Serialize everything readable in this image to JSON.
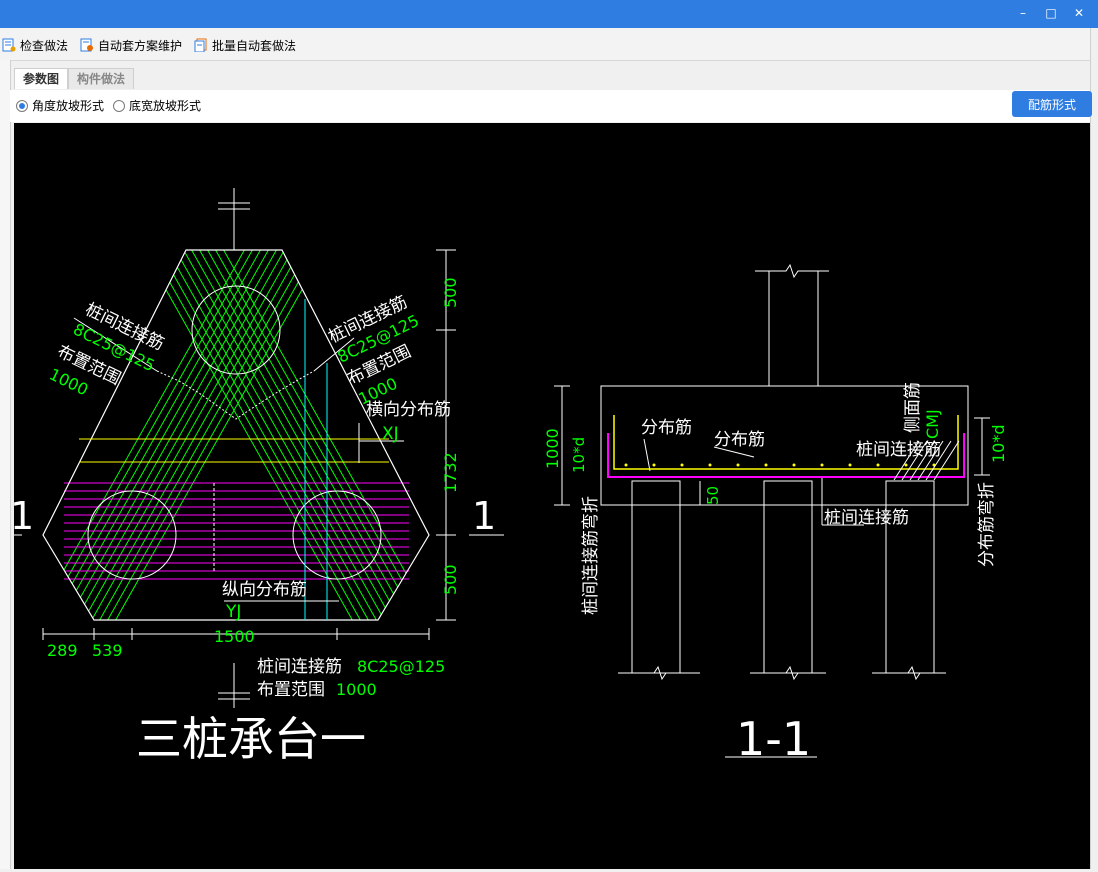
{
  "toolbar": {
    "check_label": "检查做法",
    "auto_maint_label": "自动套方案维护",
    "batch_label": "批量自动套做法"
  },
  "tabs": [
    "参数图",
    "构件做法"
  ],
  "options": {
    "angle_label": "角度放坡形式",
    "width_label": "底宽放坡形式",
    "rebar_button": "配筋形式"
  },
  "drawing": {
    "plan_title": "三桩承台一",
    "section_title": "1-1",
    "section_mark": "1",
    "label_rebar_name": "桩间连接筋",
    "label_rebar_spec": "8C25@125",
    "label_range_name": "布置范围",
    "label_range_val": "1000",
    "label_trans": "横向分布筋",
    "label_xj": "XJ",
    "label_long": "纵向分布筋",
    "label_yj": "YJ",
    "dim_500_top": "500",
    "dim_1732": "1732",
    "dim_500_bot": "500",
    "dim_289": "289",
    "dim_539": "539",
    "dim_1500": "1500",
    "bottom_rebar": "桩间连接筋",
    "bottom_spec": "8C25@125",
    "bottom_range": "布置范围",
    "bottom_range_val": "1000",
    "sec_dist1": "分布筋",
    "sec_dist2": "分布筋",
    "sec_side": "侧面筋",
    "sec_cmj": "CMJ",
    "sec_conn": "桩间连接筋",
    "sec_conn_bottom": "桩间连接筋",
    "sec_1000": "1000",
    "sec_10d_left": "10*d",
    "sec_10d_right": "10*d",
    "sec_50": "50",
    "sec_left_vert": "桩间连接筋弯折",
    "sec_right_vert": "分布筋弯折"
  },
  "colors": {
    "accent": "#2f7de1",
    "green": "#00ff00",
    "white": "#ffffff",
    "magenta": "#ff00ff",
    "yellow": "#ffff00",
    "cyan": "#00ffff"
  }
}
